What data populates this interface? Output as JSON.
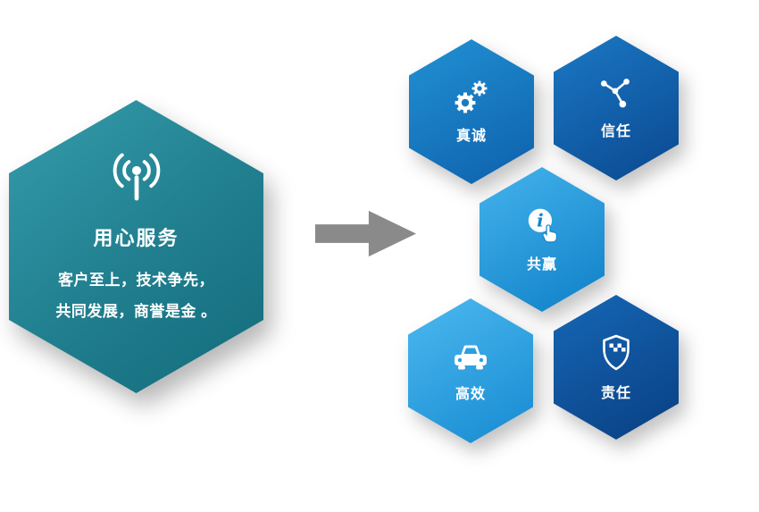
{
  "main_hexagon": {
    "icon": "antenna-broadcast-icon",
    "title": "用心服务",
    "body_line1": "客户至上，技术争先，",
    "body_line2": "共同发展，商誉是金 。",
    "gradient": [
      "#359cab",
      "#136b7b"
    ]
  },
  "arrow": {
    "icon": "right-block-arrow",
    "color": "#8a8a8a"
  },
  "values": {
    "items": [
      {
        "label": "真诚",
        "icon": "gears-icon",
        "gradient": [
          "#2291d4",
          "#0d60ab"
        ]
      },
      {
        "label": "信任",
        "icon": "share-network-icon",
        "gradient": [
          "#1b78c4",
          "#0a4890"
        ]
      },
      {
        "label": "共赢",
        "icon": "info-click-icon",
        "gradient": [
          "#44b3ec",
          "#0f80c7"
        ]
      },
      {
        "label": "高效",
        "icon": "car-icon",
        "gradient": [
          "#4cb8ef",
          "#168bd1"
        ]
      },
      {
        "label": "责任",
        "icon": "shield-check-icon",
        "gradient": [
          "#1667b6",
          "#093f82"
        ]
      }
    ]
  }
}
